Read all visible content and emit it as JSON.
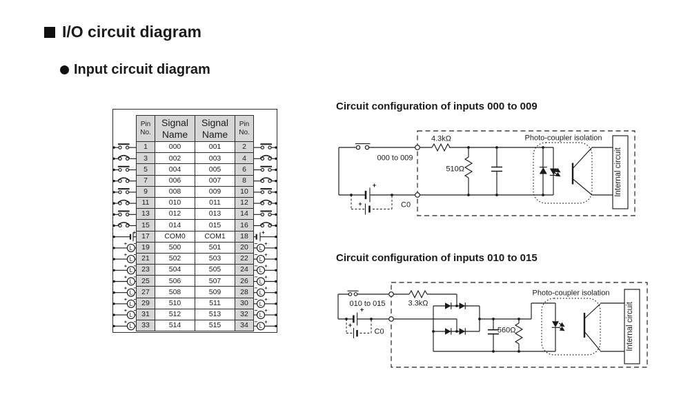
{
  "headings": {
    "h1": "I/O circuit diagram",
    "h2": "Input circuit diagram"
  },
  "pin_table": {
    "headers": [
      [
        "Pin",
        "No."
      ],
      [
        "Signal",
        "Name"
      ],
      [
        "Signal",
        "Name"
      ],
      [
        "Pin",
        "No."
      ]
    ],
    "symbols": {
      "load_letter": "L",
      "plus": "+",
      "minus": "−"
    },
    "rows": [
      {
        "left_pin": "1",
        "signal_left": "000",
        "signal_right": "001",
        "right_pin": "2",
        "symbol": "contact-a"
      },
      {
        "left_pin": "3",
        "signal_left": "002",
        "signal_right": "003",
        "right_pin": "4",
        "symbol": "contact-b"
      },
      {
        "left_pin": "5",
        "signal_left": "004",
        "signal_right": "005",
        "right_pin": "6",
        "symbol": "contact-a"
      },
      {
        "left_pin": "7",
        "signal_left": "006",
        "signal_right": "007",
        "right_pin": "8",
        "symbol": "contact-b"
      },
      {
        "left_pin": "9",
        "signal_left": "008",
        "signal_right": "009",
        "right_pin": "10",
        "symbol": "contact-a"
      },
      {
        "left_pin": "11",
        "signal_left": "010",
        "signal_right": "011",
        "right_pin": "12",
        "symbol": "contact-b"
      },
      {
        "left_pin": "13",
        "signal_left": "012",
        "signal_right": "013",
        "right_pin": "14",
        "symbol": "contact-a"
      },
      {
        "left_pin": "15",
        "signal_left": "014",
        "signal_right": "015",
        "right_pin": "16",
        "symbol": "contact-b"
      },
      {
        "left_pin": "17",
        "signal_left": "COM0",
        "signal_right": "COM1",
        "right_pin": "18",
        "symbol": "battery"
      },
      {
        "left_pin": "19",
        "signal_left": "500",
        "signal_right": "501",
        "right_pin": "20",
        "symbol": "load"
      },
      {
        "left_pin": "21",
        "signal_left": "502",
        "signal_right": "503",
        "right_pin": "22",
        "symbol": "load"
      },
      {
        "left_pin": "23",
        "signal_left": "504",
        "signal_right": "505",
        "right_pin": "24",
        "symbol": "load"
      },
      {
        "left_pin": "25",
        "signal_left": "506",
        "signal_right": "507",
        "right_pin": "26",
        "symbol": "load"
      },
      {
        "left_pin": "27",
        "signal_left": "508",
        "signal_right": "509",
        "right_pin": "28",
        "symbol": "load"
      },
      {
        "left_pin": "29",
        "signal_left": "510",
        "signal_right": "511",
        "right_pin": "30",
        "symbol": "load"
      },
      {
        "left_pin": "31",
        "signal_left": "512",
        "signal_right": "513",
        "right_pin": "32",
        "symbol": "load"
      },
      {
        "left_pin": "33",
        "signal_left": "514",
        "signal_right": "515",
        "right_pin": "34",
        "symbol": "load"
      }
    ]
  },
  "circuit1": {
    "title": "Circuit configuration of inputs 000 to 009",
    "input_label": "000 to 009",
    "series_resistor": "4.3kΩ",
    "shunt_resistor": "510Ω",
    "common_label": "C0",
    "plus": "+",
    "photocoupler_label": "Photo-coupler isolation",
    "internal_label": "Internal circuit"
  },
  "circuit2": {
    "title": "Circuit configuration of inputs 010 to 015",
    "input_label": "010 to 015",
    "series_resistor": "3.3kΩ",
    "shunt_resistor": "560Ω",
    "common_label": "C0",
    "plus": "+",
    "photocoupler_label": "Photo-coupler isolation",
    "internal_label": "Internal circuit"
  }
}
